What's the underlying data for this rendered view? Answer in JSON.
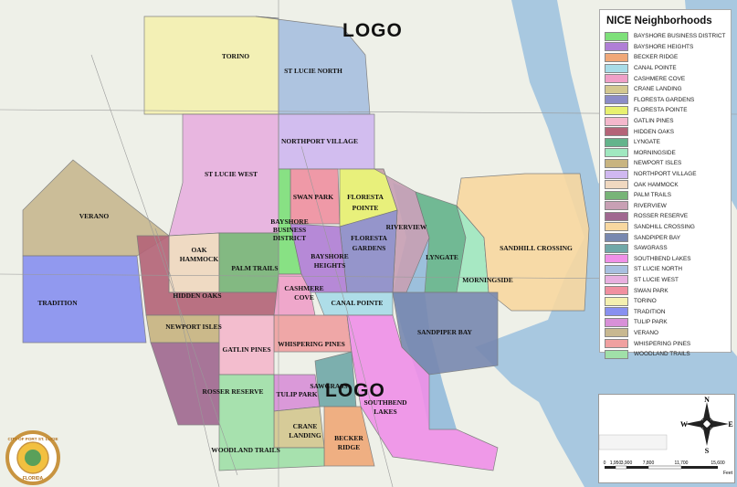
{
  "logo_top": "LOGO",
  "logo_mid": "LOGO",
  "legend": {
    "title": "NICE Neighborhoods",
    "items": [
      {
        "label": "BAYSHORE BUSINESS DISTRICT",
        "color": "#7ee07a"
      },
      {
        "label": "BAYSHORE HEIGHTS",
        "color": "#b07ed6"
      },
      {
        "label": "BECKER RIDGE",
        "color": "#f0a878"
      },
      {
        "label": "CANAL POINTE",
        "color": "#a8dce8"
      },
      {
        "label": "CASHMERE COVE",
        "color": "#f0a0c8"
      },
      {
        "label": "CRANE LANDING",
        "color": "#d4c890"
      },
      {
        "label": "FLORESTA GARDENS",
        "color": "#8c8cc8"
      },
      {
        "label": "FLORESTA POINTE",
        "color": "#e8f070"
      },
      {
        "label": "GATLIN PINES",
        "color": "#f4b8cc"
      },
      {
        "label": "HIDDEN OAKS",
        "color": "#b46478"
      },
      {
        "label": "LYNGATE",
        "color": "#64b48c"
      },
      {
        "label": "MORNINGSIDE",
        "color": "#a0e8c0"
      },
      {
        "label": "NEWPORT ISLES",
        "color": "#c8b480"
      },
      {
        "label": "NORTHPORT VILLAGE",
        "color": "#d0b8f0"
      },
      {
        "label": "OAK HAMMOCK",
        "color": "#f0d8c0"
      },
      {
        "label": "PALM TRAILS",
        "color": "#78b478"
      },
      {
        "label": "RIVERVIEW",
        "color": "#c8a0b4"
      },
      {
        "label": "ROSSER RESERVE",
        "color": "#a06890"
      },
      {
        "label": "SANDHILL CROSSING",
        "color": "#f8d8a0"
      },
      {
        "label": "SANDPIPER BAY",
        "color": "#7888b0"
      },
      {
        "label": "SAWGRASS",
        "color": "#70a8a8"
      },
      {
        "label": "SOUTHBEND LAKES",
        "color": "#f090e8"
      },
      {
        "label": "ST LUCIE NORTH",
        "color": "#a8c0e0"
      },
      {
        "label": "ST LUCIE WEST",
        "color": "#e8b0e0"
      },
      {
        "label": "SWAN PARK",
        "color": "#f090a0"
      },
      {
        "label": "TORINO",
        "color": "#f4f0b0"
      },
      {
        "label": "TRADITION",
        "color": "#8890f0"
      },
      {
        "label": "TULIP PARK",
        "color": "#d890d8"
      },
      {
        "label": "VERANO",
        "color": "#c8b890"
      },
      {
        "label": "WHISPERING PINES",
        "color": "#f0a0a0"
      },
      {
        "label": "WOODLAND TRAILS",
        "color": "#a0e0a8"
      }
    ]
  },
  "neighborhoods": {
    "torino": "TORINO",
    "st_lucie_north": "ST LUCIE NORTH",
    "northport_village": "NORTHPORT VILLAGE",
    "st_lucie_west": "ST LUCIE WEST",
    "verano": "VERANO",
    "swan_park": "SWAN PARK",
    "floresta_pointe_1": "FLORESTA",
    "floresta_pointe_2": "POINTE",
    "bayshore_bd_1": "BAYSHORE",
    "bayshore_bd_2": "BUSINESS",
    "bayshore_bd_3": "DISTRICT",
    "riverview": "RIVERVIEW",
    "floresta_gardens_1": "FLORESTA",
    "floresta_gardens_2": "GARDENS",
    "oak_hammock_1": "OAK",
    "oak_hammock_2": "HAMMOCK",
    "palm_trails": "PALM TRAILS",
    "bayshore_heights_1": "BAYSHORE",
    "bayshore_heights_2": "HEIGHTS",
    "lyngate": "LYNGATE",
    "sandhill_crossing": "SANDHILL CROSSING",
    "morningside": "MORNINGSIDE",
    "tradition": "TRADITION",
    "hidden_oaks": "HIDDEN OAKS",
    "cashmere_cove_1": "CASHMERE",
    "cashmere_cove_2": "COVE",
    "canal_pointe": "CANAL POINTE",
    "newport_isles": "NEWPORT ISLES",
    "sandpiper_bay": "SANDPIPER BAY",
    "whispering_pines": "WHISPERING PINES",
    "gatlin_pines": "GATLIN PINES",
    "rosser_reserve": "ROSSER RESERVE",
    "tulip_park": "TULIP PARK",
    "sawgrass": "SAWGRASS",
    "southbend_1": "SOUTHBEND",
    "southbend_2": "LAKES",
    "crane_1": "CRANE",
    "crane_2": "LANDING",
    "becker_1": "BECKER",
    "becker_2": "RIDGE",
    "woodland_trails": "WOODLAND TRAILS"
  },
  "compass": {
    "n": "N",
    "s": "S",
    "e": "E",
    "w": "W"
  },
  "scale": {
    "ticks": [
      "0",
      "1,950",
      "3,900",
      "7,800",
      "11,700",
      "15,600"
    ],
    "unit": "Feet"
  },
  "seal": {
    "top": "CITY OF PORT ST. LUCIE",
    "bottom": "FLORIDA"
  }
}
